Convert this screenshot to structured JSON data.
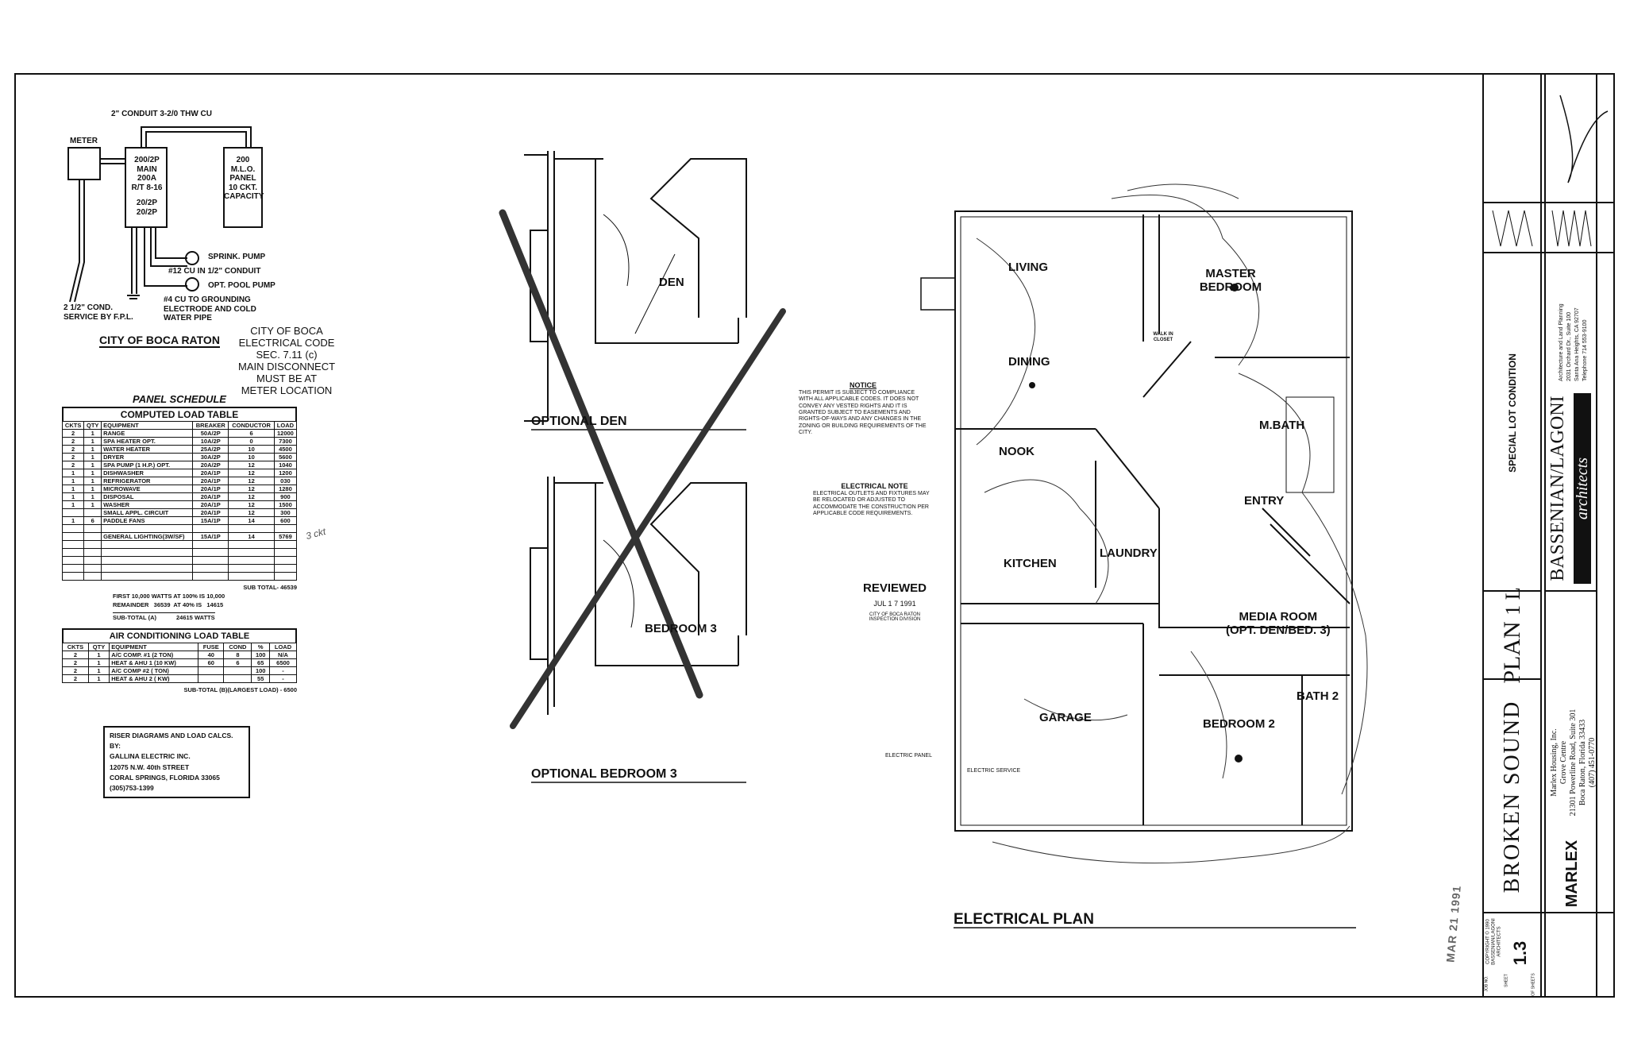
{
  "riser": {
    "conduit_top": "2\" CONDUIT 3-2/0 THW CU",
    "meter": "METER",
    "main_panel": [
      "200/2P",
      "MAIN",
      "200A",
      "R/T 8-16",
      "20/2P",
      "20/2P"
    ],
    "mlo_panel": [
      "200",
      "M.L.O.",
      "PANEL",
      "10 CKT.",
      "CAPACITY"
    ],
    "sprink_pump": "SPRINK. PUMP",
    "conduit_12": "#12 CU IN 1/2\" CONDUIT",
    "pool_pump": "OPT. POOL PUMP",
    "grounding": [
      "#4 CU TO GROUNDING",
      "ELECTRODE AND COLD",
      "WATER PIPE"
    ],
    "service": [
      "2 1/2\" COND.",
      "SERVICE BY F.P.L."
    ],
    "city_title": "CITY OF BOCA RATON",
    "code_note": [
      "CITY OF BOCA",
      "ELECTRICAL CODE",
      "SEC. 7.11 (c)",
      "MAIN DISCONNECT",
      "MUST BE AT",
      "METER LOCATION"
    ]
  },
  "panel_schedule": {
    "title": "PANEL SCHEDULE",
    "table_title": "COMPUTED LOAD TABLE",
    "headers": [
      "CKTS",
      "QTY",
      "EQUIPMENT",
      "BREAKER",
      "CONDUCTOR",
      "LOAD"
    ],
    "rows": [
      [
        "2",
        "1",
        "RANGE",
        "50A/2P",
        "6",
        "12000"
      ],
      [
        "2",
        "1",
        "SPA HEATER   OPT.",
        "10A/2P",
        "0",
        "7300"
      ],
      [
        "2",
        "1",
        "WATER HEATER",
        "25A/2P",
        "10",
        "4500"
      ],
      [
        "2",
        "1",
        "DRYER",
        "30A/2P",
        "10",
        "5600"
      ],
      [
        "2",
        "1",
        "SPA PUMP (1 H.P.) OPT.",
        "20A/2P",
        "12",
        "1040"
      ],
      [
        "1",
        "1",
        "DISHWASHER",
        "20A/1P",
        "12",
        "1200"
      ],
      [
        "1",
        "1",
        "REFRIGERATOR",
        "20A/1P",
        "12",
        "030"
      ],
      [
        "1",
        "1",
        "MICROWAVE",
        "20A/1P",
        "12",
        "1280"
      ],
      [
        "1",
        "1",
        "DISPOSAL",
        "20A/1P",
        "12",
        "900"
      ],
      [
        "1",
        "1",
        "WASHER",
        "20A/1P",
        "12",
        "1500"
      ],
      [
        "",
        "",
        "SMALL APPL. CIRCUIT",
        "20A/1P",
        "12",
        "300"
      ],
      [
        "1",
        "6",
        "PADDLE FANS",
        "15A/1P",
        "14",
        "600"
      ],
      [
        "",
        "",
        "",
        "",
        "",
        ""
      ],
      [
        "",
        "",
        "GENERAL LIGHTING(3W/SF)",
        "15A/1P",
        "14",
        "5769"
      ],
      [
        "",
        "",
        "",
        "",
        "",
        ""
      ],
      [
        "",
        "",
        "",
        "",
        "",
        ""
      ],
      [
        "",
        "",
        "",
        "",
        "",
        ""
      ],
      [
        "",
        "",
        "",
        "",
        "",
        ""
      ],
      [
        "",
        "",
        "",
        "",
        "",
        ""
      ]
    ],
    "sub_total": "SUB TOTAL- 46539",
    "first": "FIRST 10,000 WATTS AT 100% IS 10,000",
    "remainder": "REMAINDER   36539  AT 40% IS   14615",
    "sub_total_a": "SUB-TOTAL (A)            24615 WATTS",
    "margin_note": "3 ckt"
  },
  "ac_table": {
    "title": "AIR CONDITIONING LOAD TABLE",
    "headers": [
      "CKTS",
      "QTY",
      "EQUIPMENT",
      "FUSE",
      "COND",
      "%",
      "LOAD"
    ],
    "rows": [
      [
        "2",
        "1",
        "A/C COMP. #1 (2 TON)",
        "40",
        "8",
        "100",
        "N/A"
      ],
      [
        "2",
        "1",
        "HEAT & AHU 1 (10 KW)",
        "60",
        "6",
        "65",
        "6500"
      ],
      [
        "2",
        "1",
        "A/C COMP #2 (   TON)",
        "",
        "",
        "100",
        "-"
      ],
      [
        "2",
        "1",
        "HEAT & AHU 2 (    KW)",
        "",
        "",
        "55",
        "-"
      ]
    ],
    "sub_total_b": "SUB-TOTAL (B)(LARGEST LOAD) - 6500"
  },
  "riser_credit": [
    "RISER DIAGRAMS AND LOAD CALCS. BY:",
    "GALLINA ELECTRIC INC.",
    "12075 N.W. 40th STREET",
    "CORAL SPRINGS, FLORIDA 33065",
    "(305)753-1399"
  ],
  "optional_den": {
    "title": "OPTIONAL DEN",
    "room": "DEN"
  },
  "optional_bedroom": {
    "title": "OPTIONAL BEDROOM 3",
    "room": "BEDROOM 3"
  },
  "notice": {
    "title": "NOTICE",
    "text": "THIS PERMIT IS SUBJECT TO COMPLIANCE WITH ALL APPLICABLE CODES. IT DOES NOT CONVEY ANY VESTED RIGHTS AND IT IS GRANTED SUBJECT TO EASEMENTS AND RIGHTS-OF-WAYS AND ANY CHANGES IN THE ZONING OR BUILDING REQUIREMENTS OF THE CITY."
  },
  "electrical_note": {
    "title": "ELECTRICAL NOTE",
    "text": "ELECTRICAL OUTLETS AND FIXTURES MAY BE RELOCATED OR ADJUSTED TO ACCOMMODATE THE CONSTRUCTION PER APPLICABLE CODE REQUIREMENTS."
  },
  "stamp": {
    "title": "REVIEWED",
    "date": "JUL 1 7 1991",
    "org": "CITY OF BOCA RATON INSPECTION DIVISION"
  },
  "received_stamp": "MAR 21 1991",
  "electrical_plan": {
    "title": "ELECTRICAL PLAN",
    "rooms": {
      "living": "LIVING",
      "master": "MASTER BEDROOM",
      "closet": "WALK IN CLOSET",
      "dining": "DINING",
      "nook": "NOOK",
      "mbath": "M.BATH",
      "entry": "ENTRY",
      "kitchen": "KITCHEN",
      "laundry": "LAUNDRY",
      "media": "MEDIA ROOM",
      "media_sub": "(OPT. DEN/BED. 3)",
      "garage": "GARAGE",
      "bedroom2": "BEDROOM 2",
      "bath2": "BATH 2"
    },
    "panel_label": "ELECTRIC PANEL",
    "service_label": "ELECTRIC SERVICE"
  },
  "title_block": {
    "project": "BROKEN SOUND",
    "plan": "PLAN",
    "plan_no": "1 L",
    "condition": "SPECIAL LOT CONDITION",
    "architect": "BASSENIAN/LAGONI",
    "architect_script": "architects",
    "architect_info": [
      "Architecture and Land Planning",
      "2031 Orchard Dr., Suite 100",
      "Santa Ana Heights, CA 92707",
      "Telephone 714 553-9100"
    ],
    "builder_logo": "MARLEX",
    "builder": [
      "Marlex Housing, Inc.",
      "Grove Centre",
      "21301 Powerline Road, Suite 301",
      "Boca Raton, Florida 33433",
      "(407) 451-0770"
    ],
    "sheet_label": "SHEET",
    "sheet_no": "1.3",
    "job_label": "JOB NO.",
    "copyright": "COPYRIGHT © 1990 BASSENIAN/LAGONI ARCHITECTS",
    "of_label": "OF",
    "sheets_label": "SHEETS"
  },
  "colors": {
    "ink": "#111111",
    "paper": "#ffffff"
  }
}
